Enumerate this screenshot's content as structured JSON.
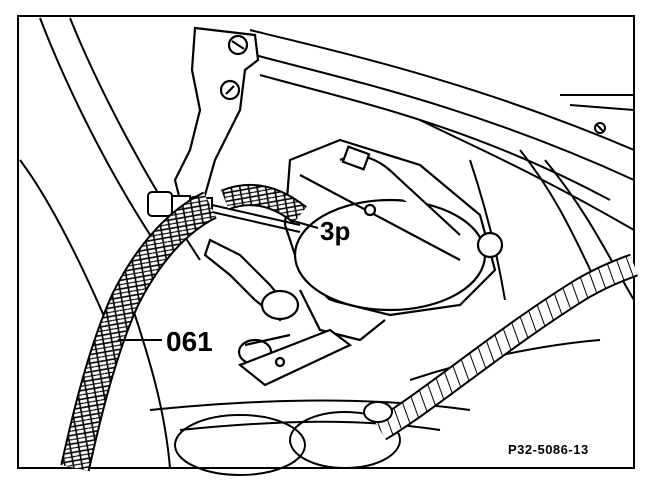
{
  "callouts": {
    "connector_label": "3p",
    "line_label": "061"
  },
  "figure_code": "P32-5086-13",
  "colors": {
    "ink": "#000000",
    "paper": "#ffffff"
  }
}
